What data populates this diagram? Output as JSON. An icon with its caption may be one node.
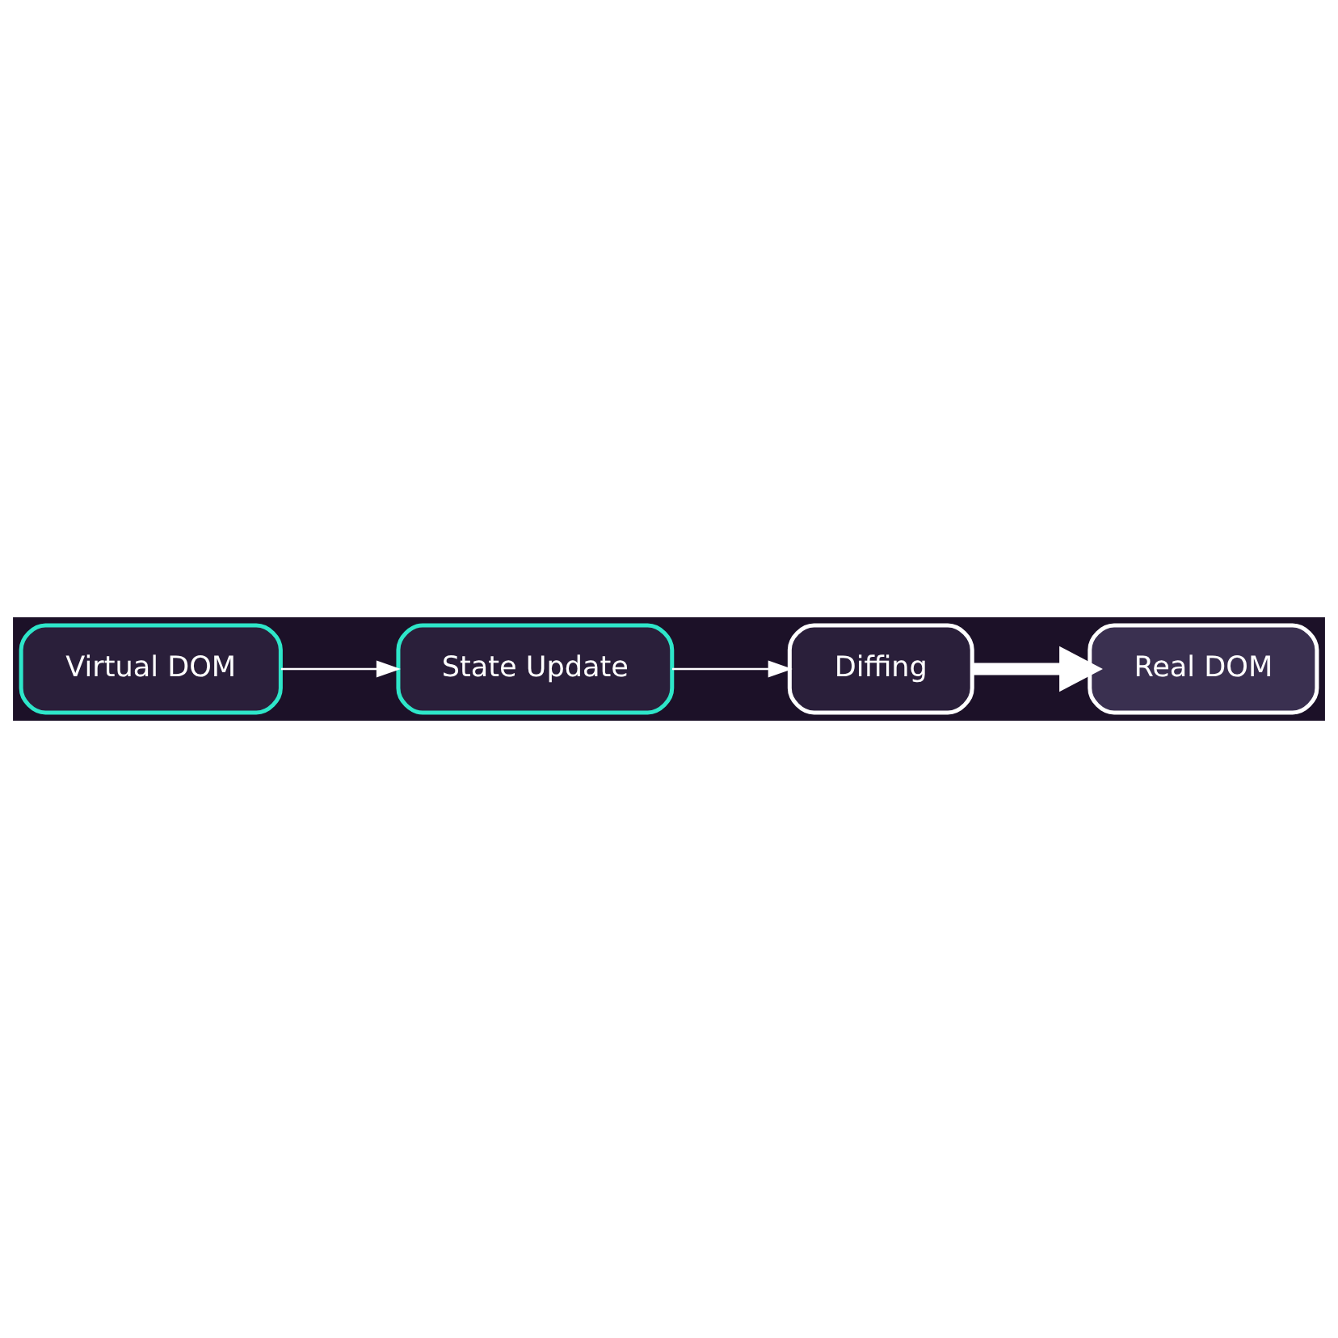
{
  "diagram": {
    "nodes": [
      {
        "text": [
          "Virtual DOM"
        ]
      },
      {
        "text": [
          "State Update"
        ]
      },
      {
        "text": [
          "Diffing"
        ]
      },
      {
        "text": [
          "Real DOM"
        ]
      }
    ],
    "edges": [
      {
        "from": 0,
        "to": 1,
        "arrow": "to"
      },
      {
        "from": 1,
        "to": 2,
        "arrow": "to"
      },
      {
        "from": 2,
        "to": 3,
        "arrow": "to",
        "style": "thick"
      }
    ]
  }
}
